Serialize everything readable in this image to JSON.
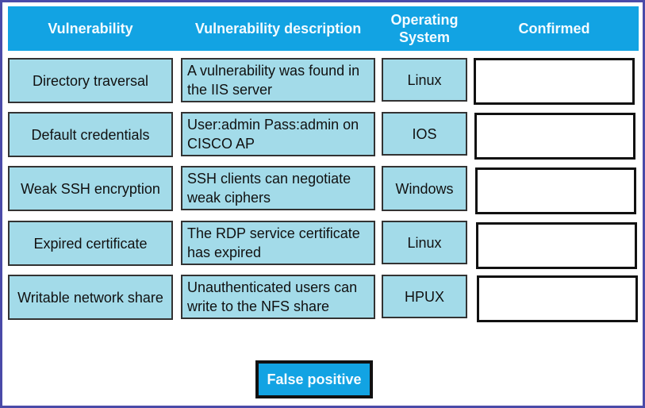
{
  "headers": {
    "vulnerability": "Vulnerability",
    "description": "Vulnerability description",
    "os": "Operating System",
    "confirmed": "Confirmed"
  },
  "rows": [
    {
      "vulnerability": "Directory traversal",
      "description": "A vulnerability was found in the IIS server",
      "os": "Linux",
      "confirmed": ""
    },
    {
      "vulnerability": "Default credentials",
      "description": "User:admin Pass:admin on CISCO AP",
      "os": "IOS",
      "confirmed": ""
    },
    {
      "vulnerability": "Weak SSH encryption",
      "description": "SSH clients can negotiate weak ciphers",
      "os": "Windows",
      "confirmed": ""
    },
    {
      "vulnerability": "Expired certificate",
      "description": "The RDP service certificate has expired",
      "os": "Linux",
      "confirmed": ""
    },
    {
      "vulnerability": "Writable network share",
      "description": "Unauthenticated users can write to the NFS share",
      "os": "HPUX",
      "confirmed": ""
    }
  ],
  "false_positive_button": "False positive",
  "colors": {
    "header": "#12a3e3",
    "cell": "#a3dbe9",
    "frame": "#4a4aa8"
  }
}
